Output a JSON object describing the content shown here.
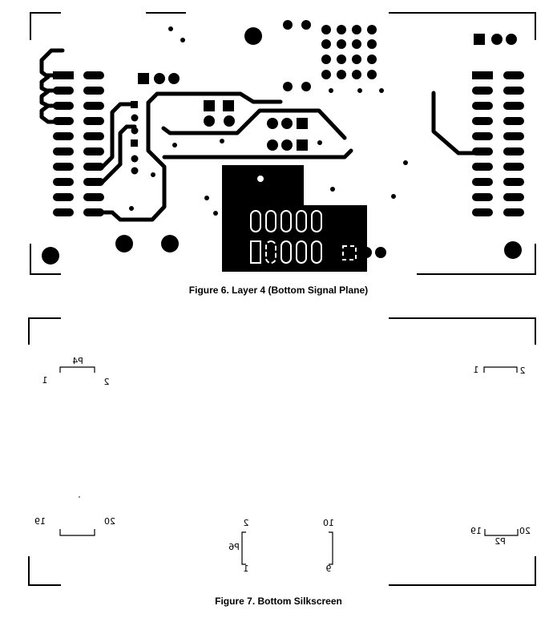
{
  "captions": {
    "layer4": "Figure 6. Layer 4 (Bottom Signal Plane)",
    "silkscreen": "Figure 7. Bottom Silkscreen"
  },
  "silkscreen_labels": {
    "p4_ref": "P4",
    "p4_pin1": "1",
    "p4_pin2": "2",
    "tr_pin1": "1",
    "tr_pin2": "2",
    "bl_pin19": "19",
    "bl_pin20": "20",
    "p6_ref": "P6",
    "p6_pin2": "2",
    "p6_pin1": "1",
    "mid_pin10": "10",
    "mid_pin9": "9",
    "p2_ref": "P2",
    "p2_pin19": "19",
    "p2_pin20": "20"
  },
  "colors": {
    "copper": "#000000",
    "background": "#ffffff"
  }
}
